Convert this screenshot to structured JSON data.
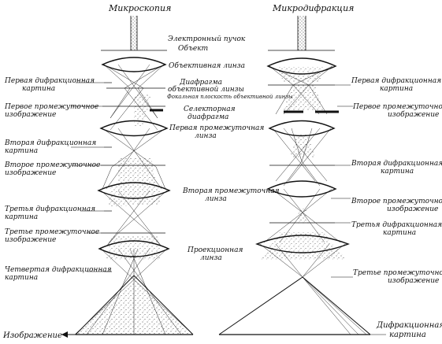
{
  "titles": {
    "left": "Микроскопия",
    "right": "Микродифракция"
  },
  "center_labels": {
    "beam": "Электронный пучок",
    "object": "Объект",
    "objective_lens": "Объективная линза",
    "aperture_1": "Диафрагма",
    "aperture_2": "объективной линзы",
    "focal_plane": "Фокальная плоскость объективной линзы",
    "selector_1": "Селекторная",
    "selector_2": "диафрагма",
    "first_inter_1": "Первая промежуточная",
    "first_inter_2": "линза",
    "second_inter_1": "Вторая промежуточная",
    "second_inter_2": "линза",
    "projection_1": "Проекционная",
    "projection_2": "линза"
  },
  "left_labels": {
    "diff1_a": "Первая дифракционная",
    "diff1_b": "картина",
    "img1_a": "Первое промежуточное",
    "img1_b": "изображение",
    "diff2_a": "Вторая дифракционная",
    "diff2_b": "картина",
    "img2_a": "Второе промежуточное",
    "img2_b": "изображение",
    "diff3_a": "Третья дифракционная",
    "diff3_b": "картина",
    "img3_a": "Третье промежуточное",
    "img3_b": "изображение",
    "diff4_a": "Четвертая дифракционная",
    "diff4_b": "картина",
    "final": "Изображение"
  },
  "right_labels": {
    "diff1_a": "Первая дифракционная",
    "diff1_b": "картина",
    "img1_a": "Первое промежуточное",
    "img1_b": "изображение",
    "diff2_a": "Вторая дифракционная",
    "diff2_b": "картина",
    "img2_a": "Второе промежуточное",
    "img2_b": "изображение",
    "diff3_a": "Третья дифракционная",
    "diff3_b": "картина",
    "img3_a": "Третье промежуточное",
    "img3_b": "изображение",
    "final_a": "Дифракционная",
    "final_b": "картина"
  }
}
